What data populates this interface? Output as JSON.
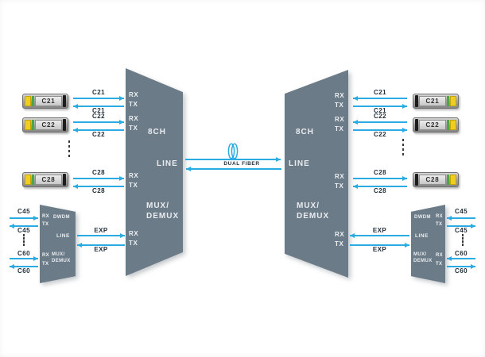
{
  "labels": {
    "rx": "RX",
    "tx": "TX",
    "exp": "EXP",
    "dual_fiber": "DUAL FIBER",
    "eight_ch": "8CH",
    "line": "LINE",
    "mux": "MUX/",
    "demux": "DEMUX",
    "dwdm": "DWDM"
  },
  "channels": {
    "main": [
      "C21",
      "C22",
      "C28"
    ],
    "expansion": [
      "C45",
      "C60"
    ]
  },
  "icons": {
    "fiber_coil": "dual-fiber-coil"
  },
  "colors": {
    "arrow": "#2AABE2",
    "unit_fill": "#6C7B88",
    "label_text": "#23303C",
    "sfp_yellow": "#F2CD1E",
    "sfp_green": "#4BA54B"
  }
}
